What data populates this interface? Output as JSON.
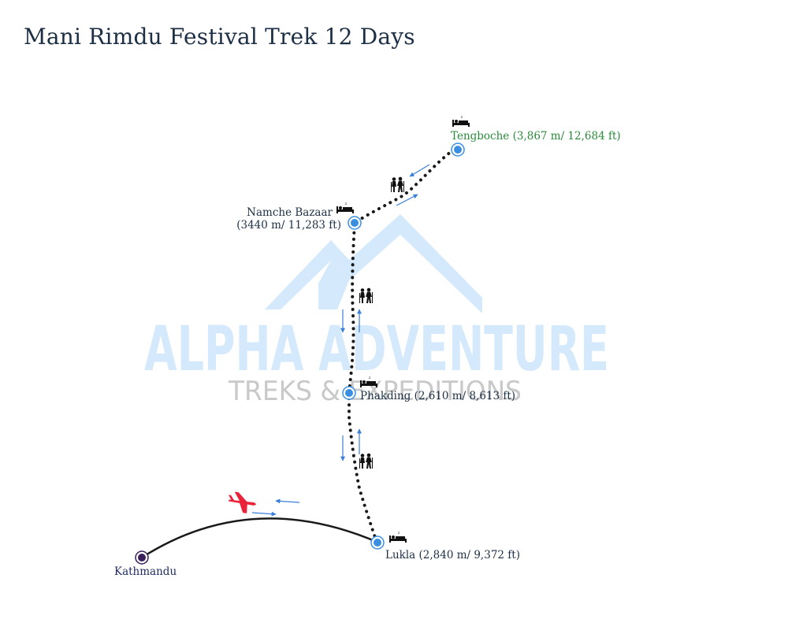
{
  "title": "Mani Rimdu Festival Trek 12 Days",
  "watermark": {
    "brand": "ALPHA ADVENTURE",
    "tagline": "TREKS & EXPEDITIONS",
    "color": "#d4e9fb"
  },
  "places": {
    "tengboche": "Tengboche (3,867 m/ 12,684 ft)",
    "namche_line1": "Namche Bazaar",
    "namche_line2": "(3440 m/ 11,283 ft)",
    "phakding": "Phakding (2,610 m/ 8,613 ft)",
    "lukla": "Lukla (2,840 m/ 9,372 ft)",
    "kathmandu": "Kathmandu"
  },
  "icons": {
    "accommodation": "bed-icon",
    "trekking": "hikers-icon",
    "flight": "airplane-icon",
    "direction": "arrow-icon"
  },
  "colors": {
    "title": "#1c2f45",
    "waypoint": "#3a8fe0",
    "origin": "#3a1f5c",
    "trail": "#1a1a1a",
    "airplane": "#e8233a",
    "arrow": "#3a7fd9",
    "tengboche_label": "#2a8a3a"
  }
}
